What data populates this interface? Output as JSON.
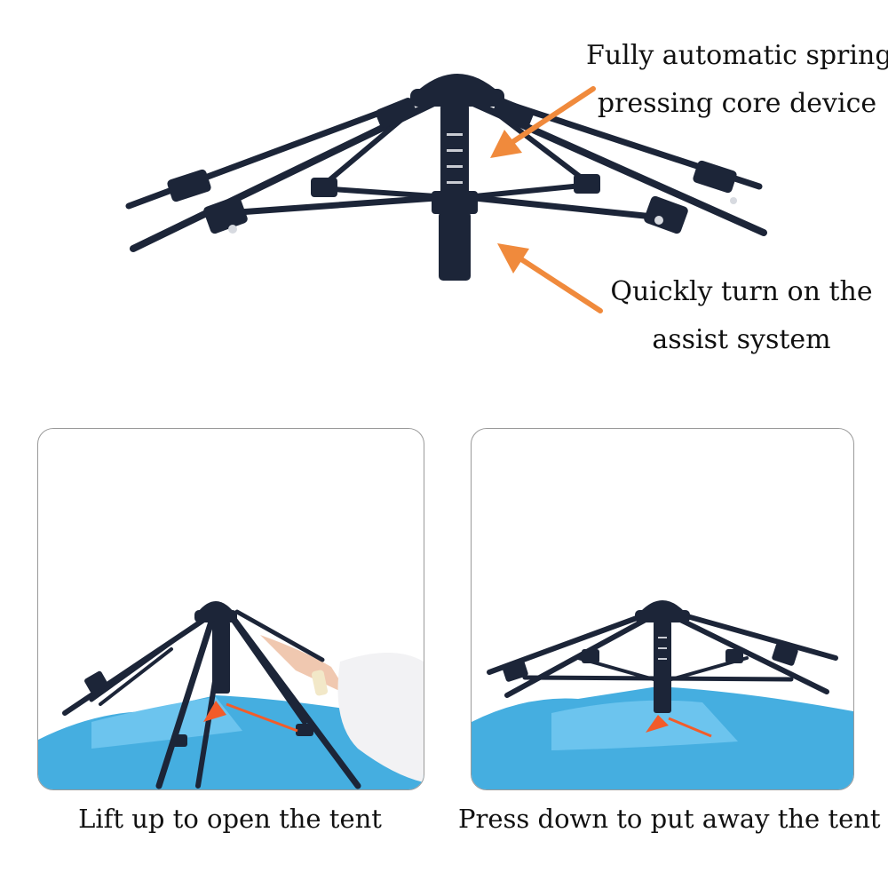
{
  "top_section": {
    "callout_spring": [
      "Fully automatic spring",
      "pressing core device"
    ],
    "callout_assist": [
      "Quickly turn on the",
      "assist system"
    ]
  },
  "panels": [
    {
      "caption": "Lift up to open the tent"
    },
    {
      "caption": "Press down to put away the tent"
    }
  ],
  "colors": {
    "frame": "#1c2538",
    "arrow": "#f08a3c",
    "tent_fabric": "#45aee0",
    "tent_fabric_light": "#6cc4ee",
    "strap": "#f25c2a",
    "sleeve": "#f2f2f4"
  }
}
